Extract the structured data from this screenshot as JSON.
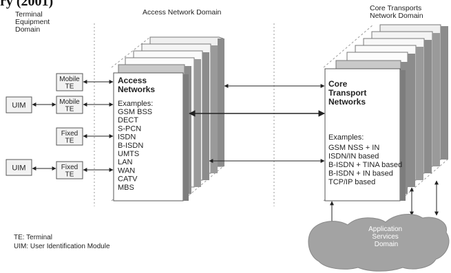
{
  "top_heading_fragment": "ry (2001)",
  "domains": {
    "terminal_equipment": [
      "Terminal",
      "Equipment",
      "Domain"
    ],
    "access_network": "Access Network Domain",
    "core_transports": [
      "Core Transports",
      "Network Domain"
    ]
  },
  "terminals": {
    "uim_top": "UIM",
    "mobile_te_1": [
      "Mobile",
      "TE"
    ],
    "mobile_te_2": [
      "Mobile",
      "TE"
    ],
    "fixed_te_1": [
      "Fixed",
      "TE"
    ],
    "uim_bottom": "UIM",
    "fixed_te_2": [
      "Fixed",
      "TE"
    ]
  },
  "access_box": {
    "title": [
      "Access",
      "Networks"
    ],
    "examples_label": "Examples:",
    "examples": [
      "GSM BSS",
      "DECT",
      "S-PCN",
      "ISDN",
      "B-ISDN",
      "UMTS",
      "LAN",
      "WAN",
      "CATV",
      "MBS"
    ]
  },
  "core_box": {
    "title": [
      "Core",
      "Transport",
      "Networks"
    ],
    "examples_label": "Examples:",
    "examples": [
      "GSM NSS + IN",
      "ISDN/IN based",
      "B-ISDN + TINA based",
      "B-ISDN + IN based",
      "TCP/IP based"
    ]
  },
  "cloud": [
    "Application",
    "Services",
    "Domain"
  ],
  "legend": [
    "TE: Terminal",
    "UIM: User Identification Module"
  ],
  "colors": {
    "panel_front": "#ffffff",
    "panel_dark": "#8c8c8c",
    "panel_light": "#c9c9c9",
    "cloud": "#a3a3a3",
    "line": "#222222",
    "dashed": "#9a9a9a"
  }
}
